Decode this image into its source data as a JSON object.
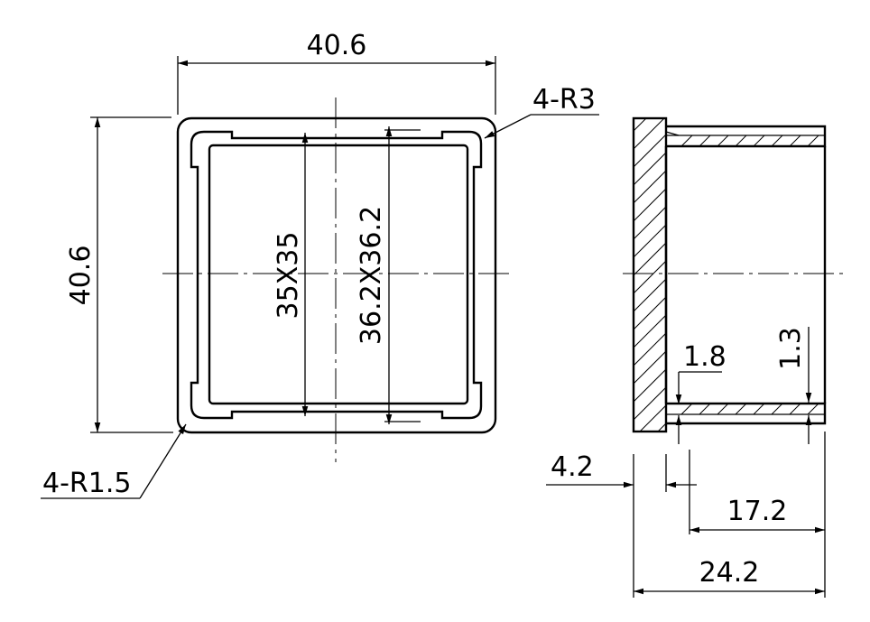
{
  "front_view": {
    "dim_width": "40.6",
    "dim_height": "40.6",
    "dim_inner": "35X35",
    "dim_outer_inner": "36.2X36.2",
    "radius_outer": "4-R1.5",
    "radius_inner": "4-R3"
  },
  "side_view": {
    "dim_wall": "1.8",
    "dim_lip": "1.3",
    "dim_head": "4.2",
    "dim_insert": "17.2",
    "dim_total": "24.2"
  },
  "colors": {
    "line": "#000000",
    "background": "#ffffff"
  }
}
